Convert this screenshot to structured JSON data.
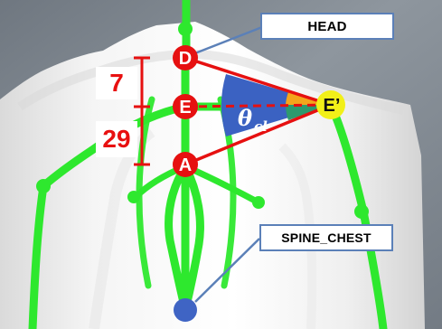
{
  "labels": {
    "head": "HEAD",
    "spine_chest": "SPINE_CHEST"
  },
  "points": {
    "d": "D",
    "e": "E",
    "a": "A",
    "e_prime": "E’"
  },
  "measurements": {
    "upper": "7",
    "lower": "29"
  },
  "angle": {
    "symbol": "θ",
    "subscript": "cl"
  },
  "colors": {
    "skeleton": "#2ee82e",
    "point_red": "#e61010",
    "point_yellow": "#f2f018",
    "dashed_line": "#e61010",
    "angle_blue": "#3b62c2",
    "angle_orange": "#f4a51c",
    "angle_green": "#2d9a6e",
    "callout_blue": "#5b80b8",
    "joint_blue": "#3f64c4"
  }
}
